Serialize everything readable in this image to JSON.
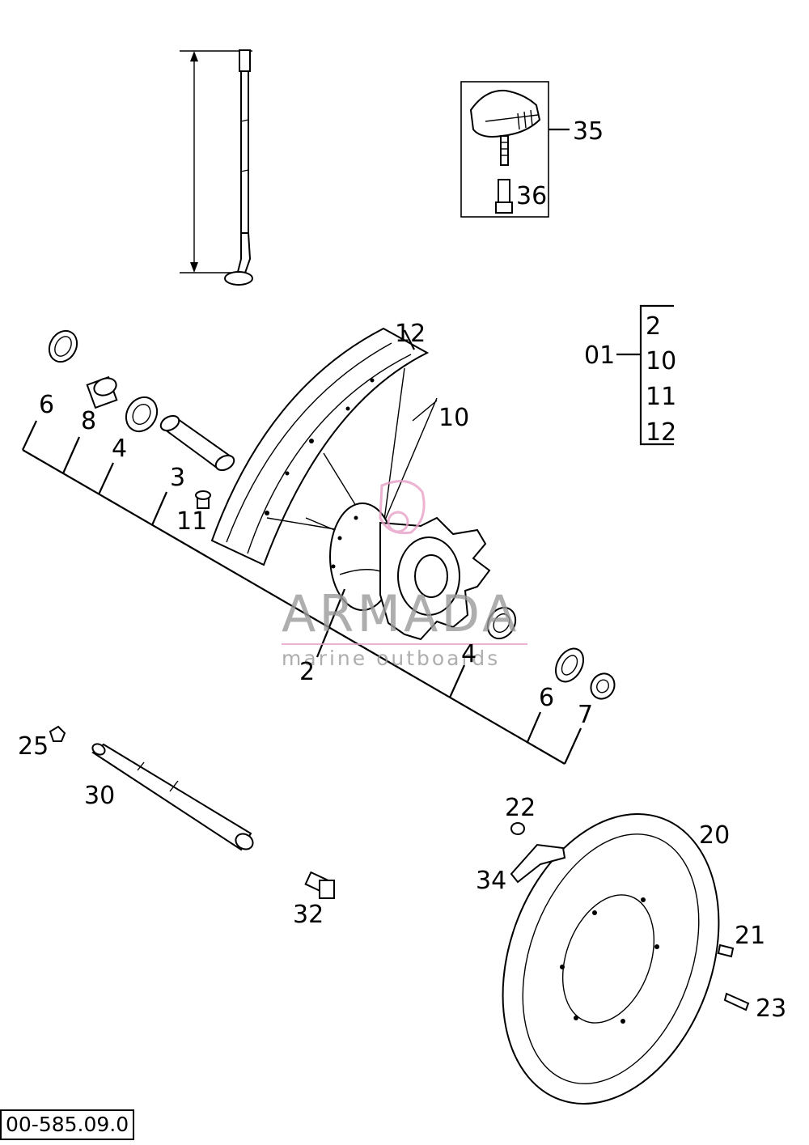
{
  "diagram": {
    "document_number": "00-585.09.0",
    "watermark": {
      "brand": "ARMADA",
      "tagline": "marine outboards"
    },
    "callouts": {
      "c35": "35",
      "c36": "36",
      "c01": "01",
      "group_items": [
        "2",
        "10",
        "11",
        "12"
      ],
      "c12": "12",
      "c10": "10",
      "c6a": "6",
      "c8": "8",
      "c4a": "4",
      "c3": "3",
      "c11": "11",
      "c2": "2",
      "c4b": "4",
      "c6b": "6",
      "c7": "7",
      "c25": "25",
      "c30": "30",
      "c32": "32",
      "c22": "22",
      "c20": "20",
      "c34": "34",
      "c21": "21",
      "c23": "23"
    }
  }
}
